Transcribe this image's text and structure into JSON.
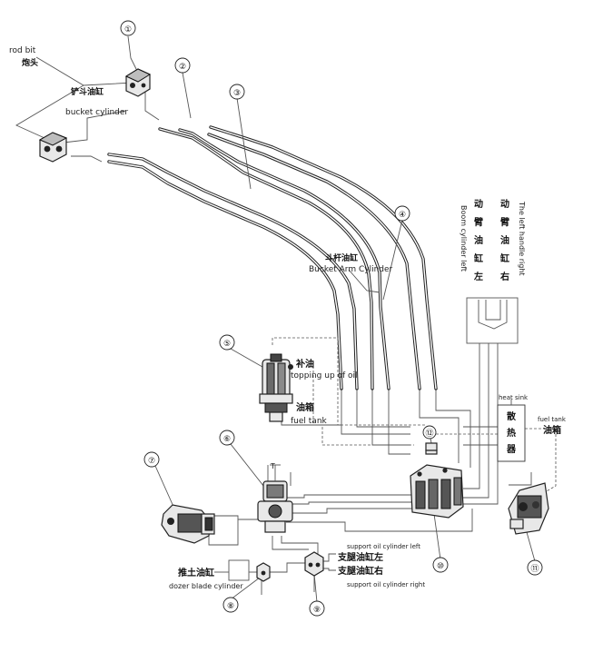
{
  "labels": {
    "rod_bit_en": "rod bit",
    "rod_bit_cn": "炮头",
    "bucket_cyl_cn": "铲斗油缸",
    "bucket_cyl_en": "bucket cylinder",
    "bucket_arm_cn": "斗杆油缸",
    "bucket_arm_en": "Bucket Arm Cylinder",
    "boom_left_en": "Boom cylinder left",
    "boom_cn_left": [
      "动",
      "臂",
      "油",
      "缸",
      "左"
    ],
    "boom_cn_right": [
      "动",
      "臂",
      "油",
      "缸",
      "右"
    ],
    "left_handle_en": "The left handle right",
    "topping_cn": "补油",
    "topping_en": "topping up of oil",
    "fuel_tank_cn_mid": "油箱",
    "fuel_tank_en_mid": "fuel tank",
    "heat_sink_en": "heat sink",
    "heat_sink_cn": [
      "散",
      "热",
      "器"
    ],
    "fuel_tank_en_right": "fuel tank",
    "fuel_tank_cn_right": "油箱",
    "support_left_en": "support oil cylinder  left",
    "support_left_cn": "支腿油缸左",
    "support_right_cn": "支腿油缸右",
    "support_right_en": "support oil cylinder  right",
    "dozer_cn": "推土油缸",
    "dozer_en": "dozer blade cylinder",
    "t_mark": "T"
  },
  "callouts": [
    "①",
    "②",
    "③",
    "④",
    "⑤",
    "⑥",
    "⑦",
    "⑧",
    "⑨",
    "⑩",
    "⑪",
    "⑫"
  ],
  "icons": [
    "valve-block-icon",
    "hydraulic-pump-icon",
    "rotary-motor-icon",
    "gear-pump-icon",
    "multiway-valve-icon",
    "small-valve-icon"
  ],
  "colors": {
    "line": "#222222",
    "background": "#ffffff"
  }
}
